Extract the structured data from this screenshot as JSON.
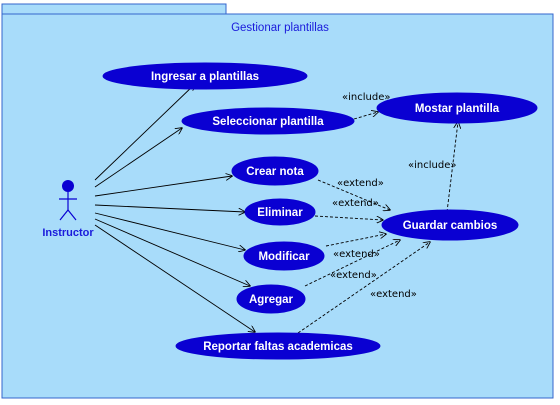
{
  "system": {
    "title": "Gestionar plantillas"
  },
  "actor": {
    "name": "Instructor"
  },
  "use_cases": {
    "ingresar": "Ingresar a plantillas",
    "seleccionar": "Seleccionar plantilla",
    "mostrar": "Mostar plantilla",
    "crear": "Crear nota",
    "eliminar": "Eliminar",
    "guardar": "Guardar cambios",
    "modificar": "Modificar",
    "agregar": "Agregar",
    "reportar": "Reportar faltas academicas"
  },
  "relations": {
    "include_seleccionar_mostrar": "«include»",
    "include_guardar_mostrar": "«include»",
    "extend_crear": "«extend»",
    "extend_eliminar": "«extend»",
    "extend_modificar": "«extend»",
    "extend_agregar": "«extend»",
    "extend_reportar": "«extend»"
  },
  "colors": {
    "boundary_fill": "#a8dcfa",
    "boundary_stroke": "#3366cc",
    "use_case_fill": "#0a00d2",
    "actor": "#0a00d2"
  }
}
